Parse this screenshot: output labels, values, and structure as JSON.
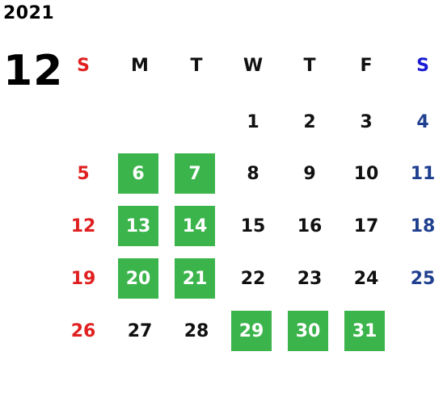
{
  "calendar": {
    "year": "2021",
    "month": "12",
    "weekdays": [
      "S",
      "M",
      "T",
      "W",
      "T",
      "F",
      "S"
    ],
    "weeks": [
      [
        "",
        "",
        "",
        "1",
        "2",
        "3",
        "4"
      ],
      [
        "5",
        "6",
        "7",
        "8",
        "9",
        "10",
        "11"
      ],
      [
        "12",
        "13",
        "14",
        "15",
        "16",
        "17",
        "18"
      ],
      [
        "19",
        "20",
        "21",
        "22",
        "23",
        "24",
        "25"
      ],
      [
        "26",
        "27",
        "28",
        "29",
        "30",
        "31",
        ""
      ]
    ],
    "highlighted_days": [
      "6",
      "7",
      "13",
      "14",
      "20",
      "21",
      "29",
      "30",
      "31"
    ],
    "colors": {
      "sunday": "#e02020",
      "saturday_header": "#1a1ad6",
      "saturday": "#1f3f8f",
      "highlight_bg": "#3cb44c",
      "highlight_text": "#ffffff",
      "default_text": "#111111"
    }
  }
}
